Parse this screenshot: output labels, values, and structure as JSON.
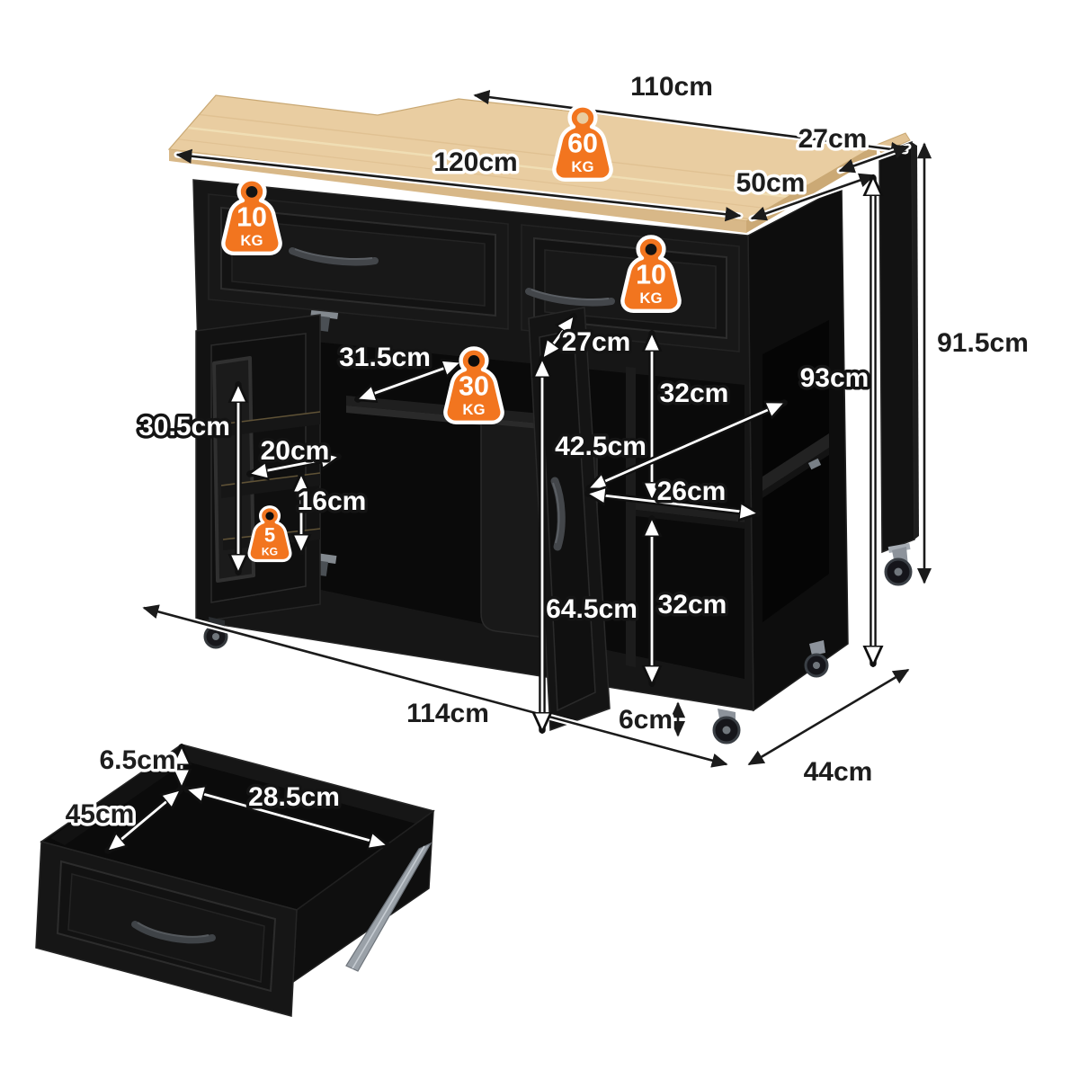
{
  "diagram": {
    "type": "product-dimension-diagram",
    "subject": "rolling kitchen island cart with wood top, drop leaf, drawers and storage",
    "background": "#ffffff"
  },
  "colors": {
    "badge_orange": "#F2751F",
    "wood_top": "#E9CDA1",
    "cabinet_black": "#161616",
    "dimension_text_dark": "#1d1d1d",
    "dimension_text_light": "#ffffff"
  },
  "weight_badges": {
    "countertop": {
      "value": "60",
      "unit": "KG"
    },
    "left_drawer": {
      "value": "10",
      "unit": "KG"
    },
    "right_drawer": {
      "value": "10",
      "unit": "KG"
    },
    "interior_shelf": {
      "value": "30",
      "unit": "KG"
    },
    "door_rack": {
      "value": "5",
      "unit": "KG"
    }
  },
  "dimensions": {
    "top_back_width": "110cm",
    "drop_leaf_depth": "27cm",
    "top_depth": "50cm",
    "top_total_length": "120cm",
    "overall_height": "91.5cm",
    "cabinet_height": "93cm",
    "interior_shelf_width": "31.5cm",
    "middle_door_width": "27cm",
    "door_rack_height": "30.5cm",
    "door_rack_width": "20cm",
    "door_rack_spacing": "16cm",
    "side_cubby_upper_height": "32cm",
    "side_cubby_diagonal": "42.5cm",
    "side_cubby_depth": "26cm",
    "door_height": "64.5cm",
    "side_cubby_lower_height": "32cm",
    "base_length": "114cm",
    "ground_clearance": "6cm",
    "base_depth": "44cm",
    "drawer_inner_height": "6.5cm",
    "drawer_inner_depth": "45cm",
    "drawer_inner_width": "28.5cm"
  }
}
